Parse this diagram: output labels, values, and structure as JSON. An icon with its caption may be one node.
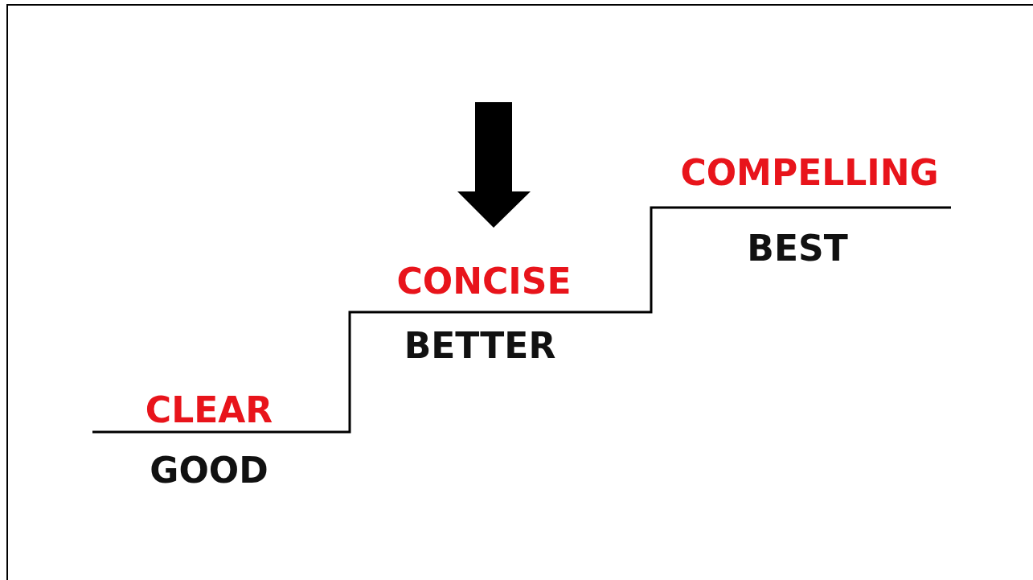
{
  "diagram": {
    "labels": [
      "COMPELLING",
      "BEST",
      "CONCISE",
      "BETTER",
      "CLEAR",
      "GOOD"
    ]
  }
}
